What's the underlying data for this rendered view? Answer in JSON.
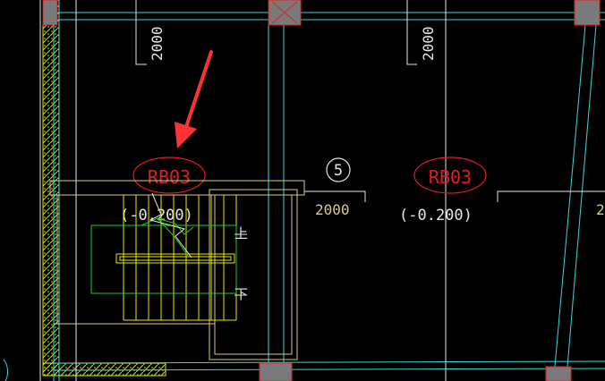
{
  "canvas": {
    "background": "#000000"
  },
  "colors": {
    "cyan": "#3fd6d6",
    "cyan_dim": "#2aa7a7",
    "white": "#e6e6e6",
    "grey_col": "#7a7a7a",
    "green": "#22cc22",
    "yellow": "#e8e800",
    "yellow_soft": "#d9c98a",
    "red": "#e02020",
    "annotation_red": "#ff3333"
  },
  "dimensions": {
    "top_left": "2000",
    "top_right": "2000",
    "middle": "2000",
    "right_edge": "2"
  },
  "axis_bubble": {
    "label": "5"
  },
  "beam_tags": {
    "left": {
      "name": "RB03",
      "elevation": "(-0.200)"
    },
    "right": {
      "name": "RB03",
      "elevation": "(-0.200)"
    }
  },
  "stair": {
    "up_label": "上",
    "down_label": "下"
  }
}
